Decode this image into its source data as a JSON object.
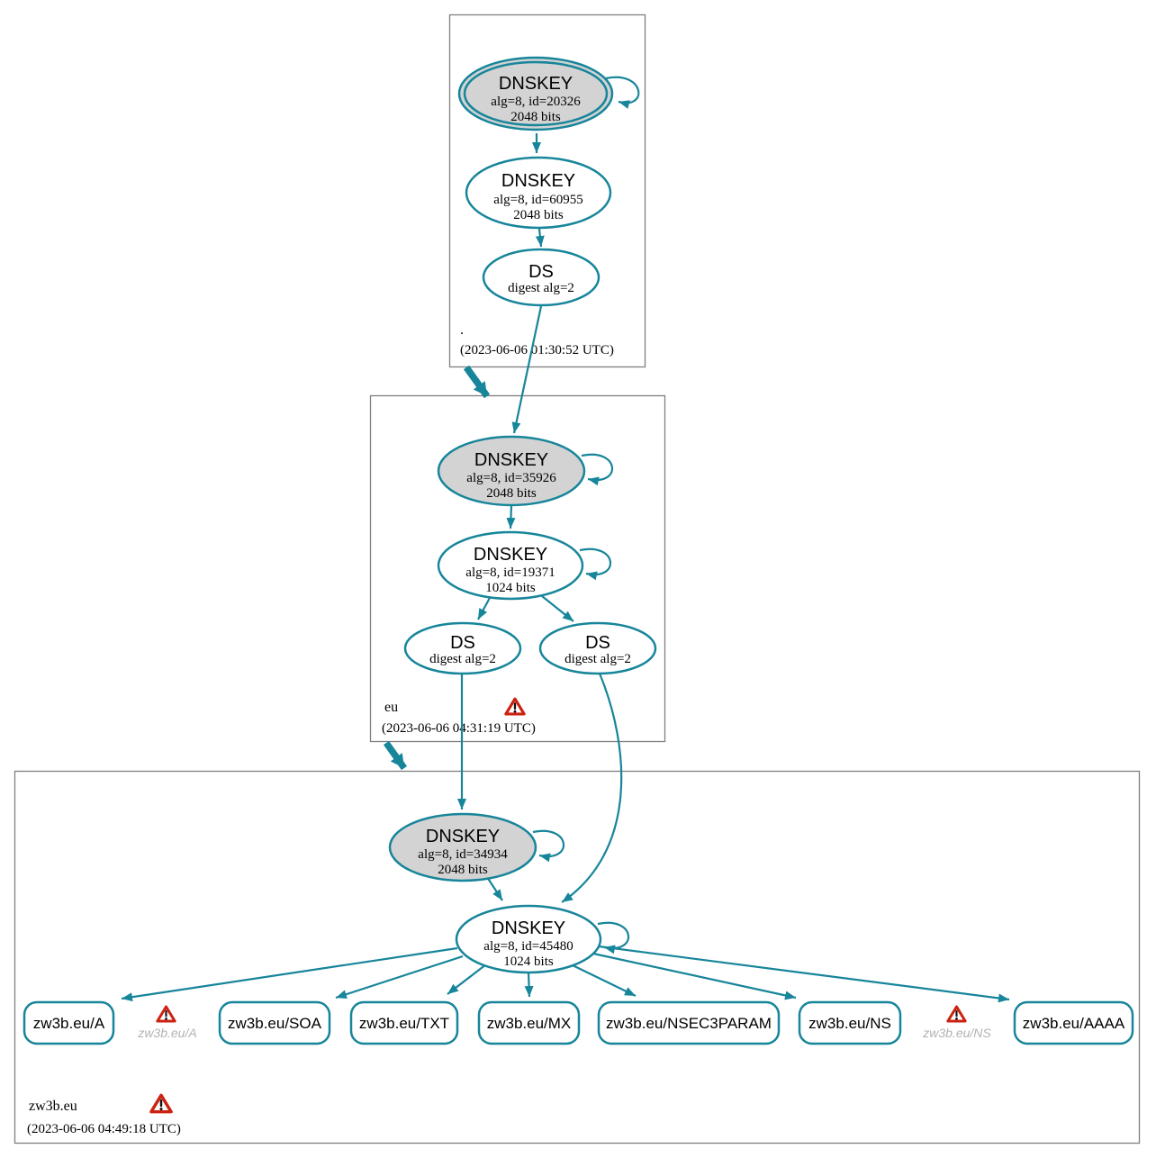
{
  "colors": {
    "edge": "#17859a",
    "ksk_fill": "#d3d3d3",
    "box_border": "#7f7f7f",
    "warning": "#cc2211",
    "ghost": "#b3b3b3",
    "text": "#000000"
  },
  "icons": {
    "warning": "red-triangle-exclamation"
  },
  "zones": {
    "root": {
      "label": ".",
      "timestamp": "(2023-06-06 01:30:52 UTC)",
      "ksk": {
        "title": "DNSKEY",
        "detail": "alg=8, id=20326",
        "bits": "2048 bits"
      },
      "zsk": {
        "title": "DNSKEY",
        "detail": "alg=8, id=60955",
        "bits": "2048 bits"
      },
      "ds": {
        "title": "DS",
        "detail": "digest alg=2"
      }
    },
    "eu": {
      "label": "eu",
      "timestamp": "(2023-06-06 04:31:19 UTC)",
      "ksk": {
        "title": "DNSKEY",
        "detail": "alg=8, id=35926",
        "bits": "2048 bits"
      },
      "zsk": {
        "title": "DNSKEY",
        "detail": "alg=8, id=19371",
        "bits": "1024 bits"
      },
      "ds_left": {
        "title": "DS",
        "detail": "digest alg=2"
      },
      "ds_right": {
        "title": "DS",
        "detail": "digest alg=2"
      }
    },
    "zw3b": {
      "label": "zw3b.eu",
      "timestamp": "(2023-06-06 04:49:18 UTC)",
      "ksk": {
        "title": "DNSKEY",
        "detail": "alg=8, id=34934",
        "bits": "2048 bits"
      },
      "zsk": {
        "title": "DNSKEY",
        "detail": "alg=8, id=45480",
        "bits": "1024 bits"
      },
      "rrsets": [
        {
          "label": "zw3b.eu/A"
        },
        {
          "label": "zw3b.eu/SOA"
        },
        {
          "label": "zw3b.eu/TXT"
        },
        {
          "label": "zw3b.eu/MX"
        },
        {
          "label": "zw3b.eu/NSEC3PARAM"
        },
        {
          "label": "zw3b.eu/NS"
        },
        {
          "label": "zw3b.eu/AAAA"
        }
      ],
      "ghost_a": "zw3b.eu/A",
      "ghost_ns": "zw3b.eu/NS"
    }
  }
}
